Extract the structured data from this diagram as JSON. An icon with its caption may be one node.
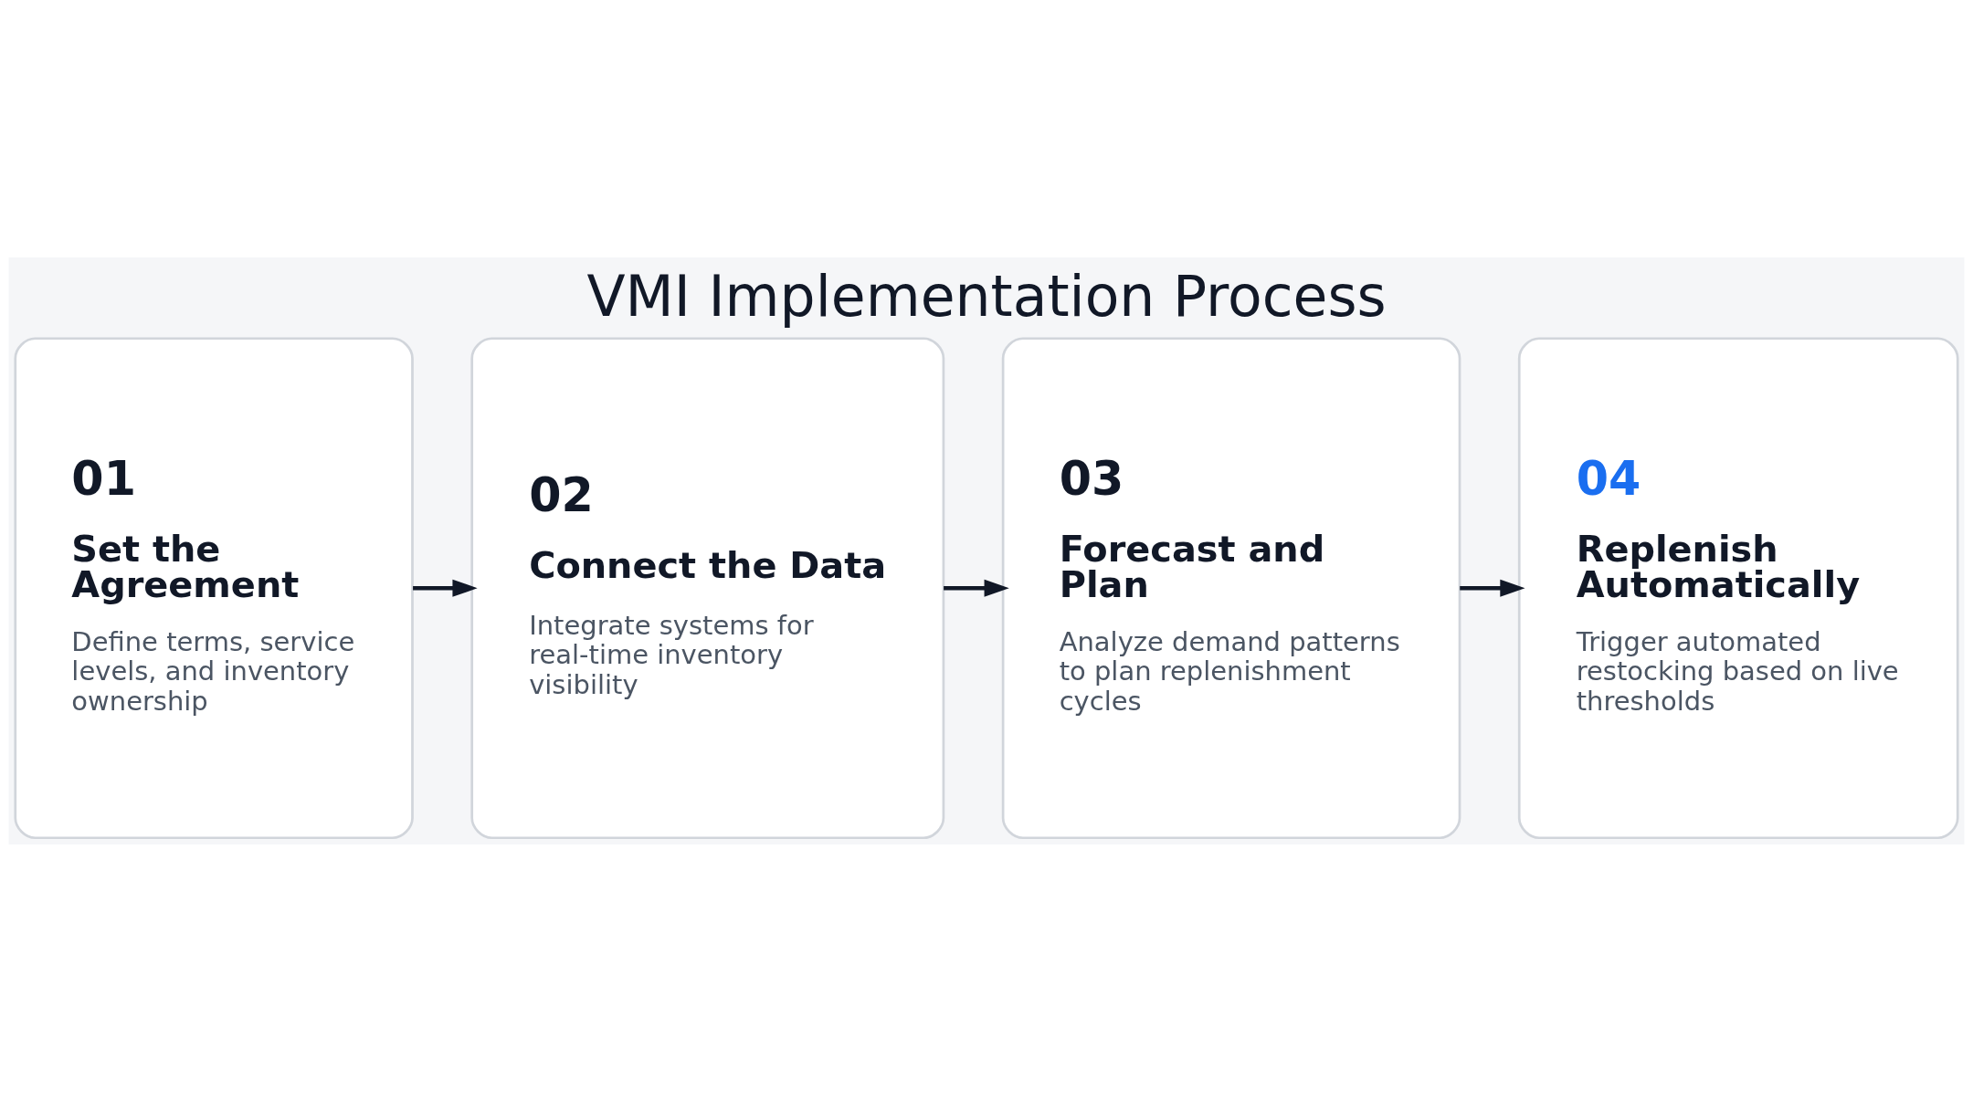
{
  "diagram": {
    "title": "VMI Implementation Process",
    "nodes": [
      {
        "text": [
          "01",
          "Set the Agreement",
          "Define terms, service levels, and inventory ownership"
        ]
      },
      {
        "text": [
          "02",
          "Connect the Data",
          "Integrate systems for real-time inventory visibility"
        ]
      },
      {
        "text": [
          "03",
          "Forecast and Plan",
          "Analyze demand patterns to plan replenishment cycles"
        ]
      },
      {
        "text": [
          "04",
          "Replenish Automatically",
          "Trigger automated restocking based on live thresholds"
        ]
      }
    ],
    "edges": [
      {
        "from": 0,
        "to": 1,
        "arrow": "to"
      },
      {
        "from": 1,
        "to": 2,
        "arrow": "to"
      },
      {
        "from": 2,
        "to": 3,
        "arrow": "to"
      }
    ]
  }
}
